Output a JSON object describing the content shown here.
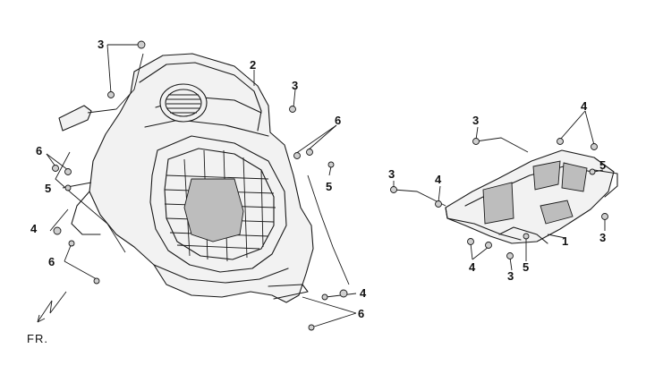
{
  "callouts": {
    "c3_a": "3",
    "c2": "2",
    "c3_b": "3",
    "c6_a": "6",
    "c6_b": "6",
    "c5_a": "5",
    "c5_b": "5",
    "c4_a": "4",
    "c6_c": "6",
    "c4_b": "4",
    "c6_d": "6",
    "c3_c": "3",
    "c4_c": "4",
    "c3_d": "3",
    "c4_d": "4",
    "c5_c": "5",
    "c1": "1",
    "c3_e": "3",
    "c4_e": "4",
    "c5_d": "5",
    "c3_f": "3"
  },
  "direction_label": "FR."
}
